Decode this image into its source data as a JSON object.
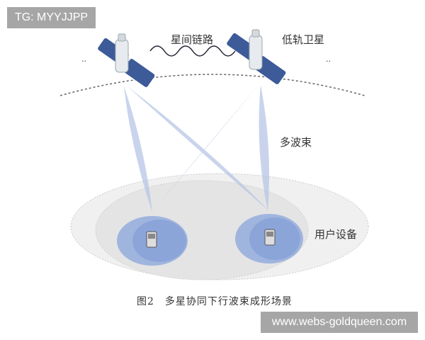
{
  "watermarks": {
    "top_left": "TG: MYYJJPP",
    "bottom_right": "www.webs-goldqueen.com"
  },
  "labels": {
    "inter_satellite_link": "星间链路",
    "leo_satellite": "低轨卫星",
    "multi_beam": "多波束",
    "user_equipment": "用户设备",
    "ellipsis_left": "··",
    "ellipsis_right": "··"
  },
  "caption": "图2　多星协同下行波束成形场景",
  "colors": {
    "beam": "#b7c6e6",
    "footprint": "#8fa9dc",
    "ground": "#e4e4e4",
    "panel": "#3d5a99"
  }
}
